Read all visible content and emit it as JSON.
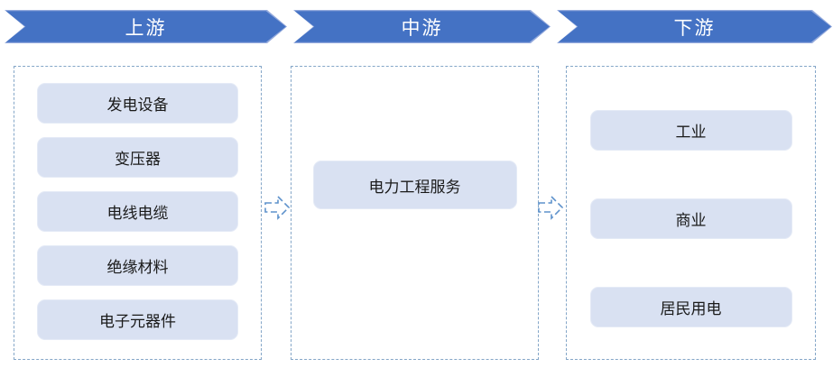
{
  "palette": {
    "banner_fill": "#4472C4",
    "banner_outline": "#93A9DC",
    "banner_text": "#FFFFFF",
    "box_fill": "#D9E1F2",
    "box_border": "#E4EAF6",
    "box_text": "#1A1A1A",
    "column_dash": "#84A6C8",
    "arrow_stroke": "#5E92CC",
    "background": "#FFFFFF"
  },
  "banners": [
    "上游",
    "中游",
    "下游"
  ],
  "columns": {
    "upstream": {
      "items": [
        "发电设备",
        "变压器",
        "电线电缆",
        "绝缘材料",
        "电子元器件"
      ]
    },
    "midstream": {
      "items": [
        "电力工程服务"
      ]
    },
    "downstream": {
      "items": [
        "工业",
        "商业",
        "居民用电"
      ]
    }
  },
  "icons": {
    "flow_arrow": "dashed-block-right-arrow"
  }
}
